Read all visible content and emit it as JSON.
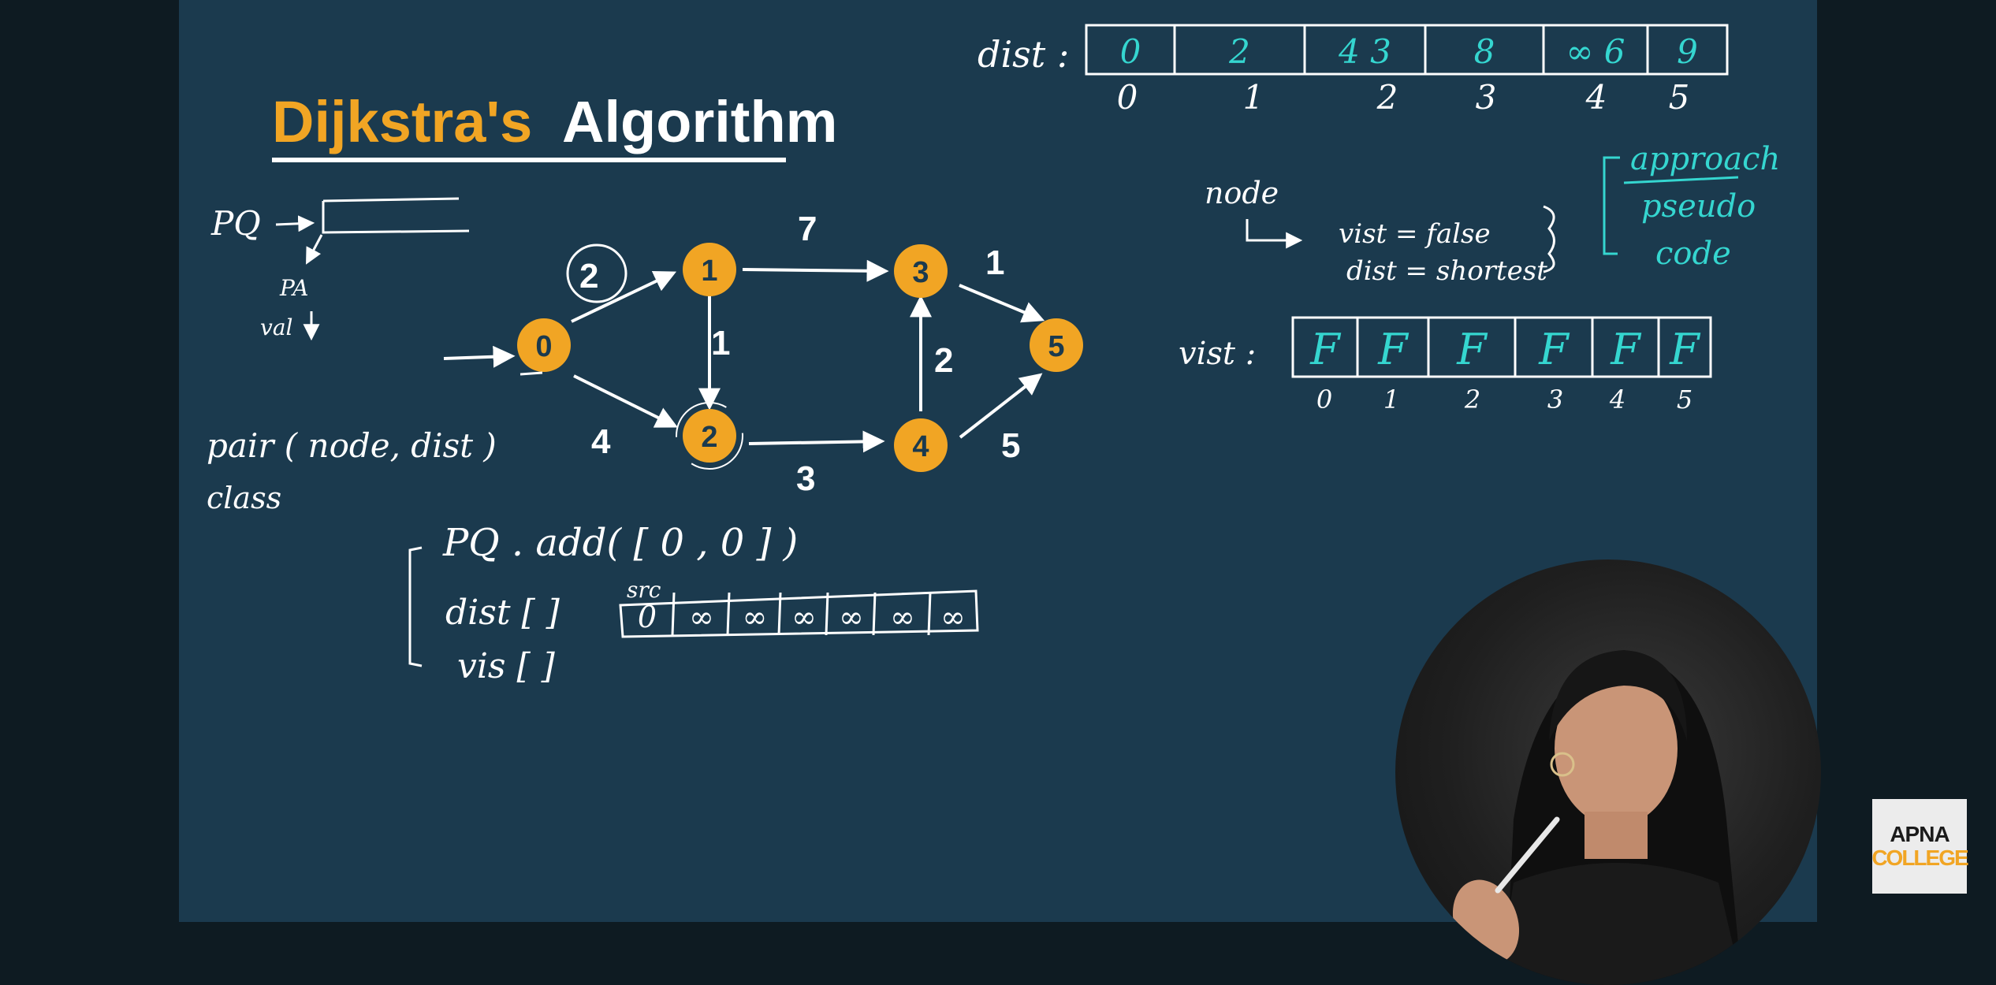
{
  "title": {
    "part1": "Dijkstra's",
    "part2": "Algorithm"
  },
  "colors": {
    "background": "#1b3a4e",
    "accent": "#f1a524",
    "ink": "#ffffff",
    "cyan": "#35d6d0"
  },
  "graph": {
    "nodes": [
      {
        "id": "0",
        "label": "0"
      },
      {
        "id": "1",
        "label": "1"
      },
      {
        "id": "2",
        "label": "2"
      },
      {
        "id": "3",
        "label": "3"
      },
      {
        "id": "4",
        "label": "4"
      },
      {
        "id": "5",
        "label": "5"
      }
    ],
    "edges": [
      {
        "from": "0",
        "to": "1",
        "weight": "2"
      },
      {
        "from": "0",
        "to": "2",
        "weight": "4"
      },
      {
        "from": "1",
        "to": "2",
        "weight": "1"
      },
      {
        "from": "1",
        "to": "3",
        "weight": "7"
      },
      {
        "from": "2",
        "to": "4",
        "weight": "3"
      },
      {
        "from": "4",
        "to": "3",
        "weight": "2"
      },
      {
        "from": "3",
        "to": "5",
        "weight": "1"
      },
      {
        "from": "4",
        "to": "5",
        "weight": "5"
      }
    ]
  },
  "notes": {
    "pq": "PQ",
    "pq_sub1": "PA",
    "pq_sub2": "val",
    "pair_line1": "pair ( node, dist )",
    "pair_line2": "class",
    "pq_add": "PQ . add( [ 0 , 0 ] )",
    "dist_arr": "dist [ ]",
    "vis_arr": "vis [ ]",
    "src": "src",
    "init_cells": [
      "0",
      "∞",
      "∞",
      "∞",
      "∞",
      "∞",
      "∞"
    ],
    "node": "node",
    "vist_false": "vist = false",
    "dist_shortest": "dist = shortest",
    "approach": "approach",
    "pseudo": "pseudo",
    "code": "code",
    "dist_label": "dist :",
    "dist_cells": [
      "0",
      "2",
      "4 3",
      "8",
      "∞ 6",
      "9"
    ],
    "dist_indices": [
      "0",
      "1",
      "2",
      "3",
      "4",
      "5"
    ],
    "vist_label": "vist :",
    "vist_cells": [
      "F",
      "F",
      "F",
      "F",
      "F",
      "F"
    ],
    "vist_indices": [
      "0",
      "1",
      "2",
      "3",
      "4",
      "5"
    ]
  },
  "logo": {
    "line1": "APNA",
    "line2": "COLLEGE"
  }
}
